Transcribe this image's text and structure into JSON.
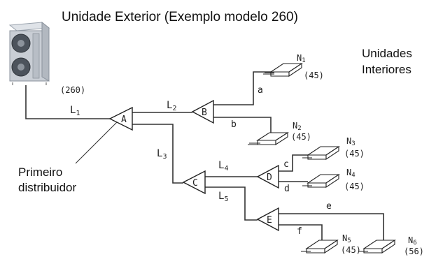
{
  "title": "Unidade Exterior (Exemplo modelo 260)",
  "outdoor_unit": {
    "capacity": "(260)",
    "icon": "outdoor-condenser-icon"
  },
  "indoor_label": {
    "line1": "Unidades",
    "line2": "Interiores"
  },
  "first_distributor_label": {
    "line1": "Primeiro",
    "line2": "distribuidor"
  },
  "distributors": [
    "A",
    "B",
    "C",
    "D",
    "E"
  ],
  "main_pipes": [
    {
      "id": "L1",
      "letter": "L",
      "sub": "1"
    },
    {
      "id": "L2",
      "letter": "L",
      "sub": "2"
    },
    {
      "id": "L3",
      "letter": "L",
      "sub": "3"
    },
    {
      "id": "L4",
      "letter": "L",
      "sub": "4"
    },
    {
      "id": "L5",
      "letter": "L",
      "sub": "5"
    }
  ],
  "branch_pipes": [
    "a",
    "b",
    "c",
    "d",
    "e",
    "f"
  ],
  "indoor_units": [
    {
      "id": "N1",
      "letter": "N",
      "sub": "1",
      "capacity": "(45)"
    },
    {
      "id": "N2",
      "letter": "N",
      "sub": "2",
      "capacity": "(45)"
    },
    {
      "id": "N3",
      "letter": "N",
      "sub": "3",
      "capacity": "(45)"
    },
    {
      "id": "N4",
      "letter": "N",
      "sub": "4",
      "capacity": "(45)"
    },
    {
      "id": "N5",
      "letter": "N",
      "sub": "5",
      "capacity": "(45)"
    },
    {
      "id": "N6",
      "letter": "N",
      "sub": "6",
      "capacity": "(56)"
    }
  ]
}
